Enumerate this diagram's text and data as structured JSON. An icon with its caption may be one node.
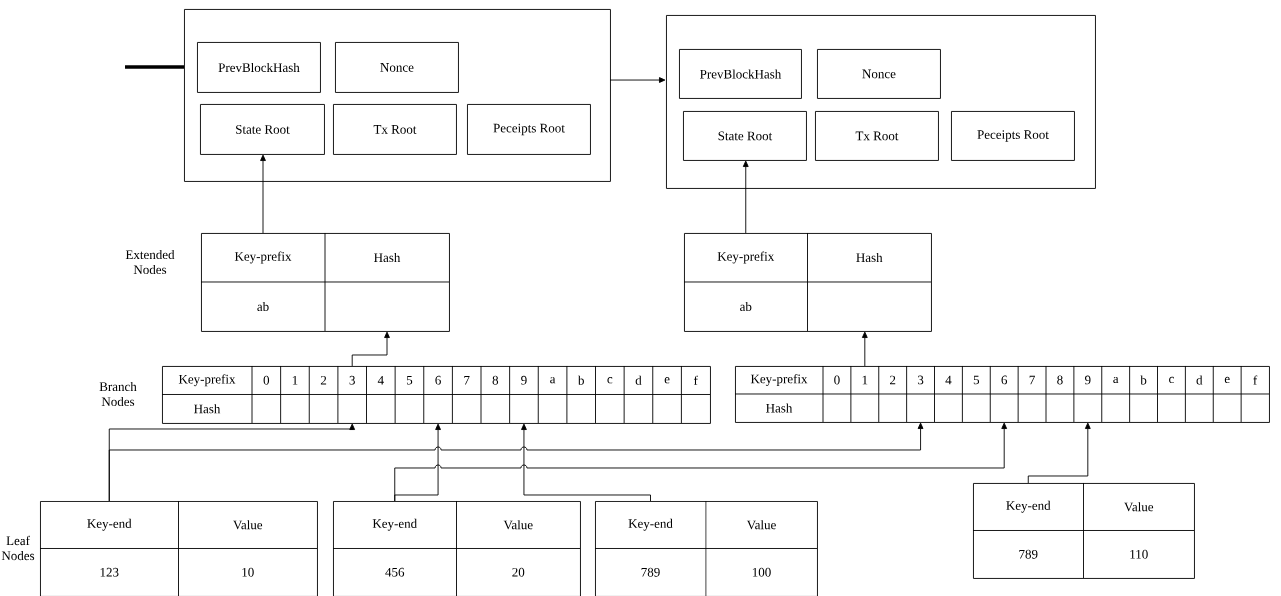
{
  "diagram": {
    "nodes": [
      {
        "text": [],
        "shape": "box"
      },
      {
        "text": [
          "PrevBlockHash"
        ],
        "in": 0
      },
      {
        "text": [
          "Nonce"
        ],
        "in": 0
      },
      {
        "text": [
          "State Root"
        ],
        "in": 0
      },
      {
        "text": [
          "Tx Root"
        ],
        "in": 0
      },
      {
        "text": [
          "Peceipts Root"
        ],
        "in": 0
      },
      {
        "text": [],
        "shape": "box"
      },
      {
        "text": [
          "PrevBlockHash"
        ],
        "in": 6
      },
      {
        "text": [
          "Nonce"
        ],
        "in": 6
      },
      {
        "text": [
          "State Root"
        ],
        "in": 6
      },
      {
        "text": [
          "Tx Root"
        ],
        "in": 6
      },
      {
        "text": [
          "Peceipts Root"
        ],
        "in": 6
      },
      {
        "text": [
          "Key-prefix",
          "Hash",
          "ab"
        ]
      },
      {
        "text": [
          "Key-prefix",
          "Hash",
          "ab"
        ]
      },
      {
        "text": [
          "Key-prefix",
          "0",
          "1",
          "2",
          "3",
          "4",
          "5",
          "6",
          "7",
          "8",
          "9",
          "a",
          "b",
          "c",
          "d",
          "e",
          "f",
          "Hash"
        ]
      },
      {
        "text": [
          "Key-prefix",
          "0",
          "1",
          "2",
          "3",
          "4",
          "5",
          "6",
          "7",
          "8",
          "9",
          "a",
          "b",
          "c",
          "d",
          "e",
          "f",
          "Hash"
        ]
      },
      {
        "text": [
          "Key-end",
          "Value",
          "123",
          "10"
        ]
      },
      {
        "text": [
          "Key-end",
          "Value",
          "456",
          "20"
        ]
      },
      {
        "text": [
          "Key-end",
          "Value",
          "789",
          "100"
        ]
      },
      {
        "text": [
          "Key-end",
          "Value",
          "789",
          "110"
        ]
      }
    ],
    "edges": [
      {
        "from": null,
        "to": 0,
        "arrow": "none",
        "style": "thick"
      },
      {
        "from": 0,
        "to": 6,
        "arrow": "to"
      },
      {
        "from": 12,
        "to": 3,
        "arrow": "to"
      },
      {
        "from": 13,
        "to": 9,
        "arrow": "to"
      },
      {
        "from": 14,
        "to": 12,
        "arrow": "to"
      },
      {
        "from": 15,
        "to": 13,
        "arrow": "to"
      },
      {
        "from": 16,
        "to": 14,
        "arrow": "to"
      },
      {
        "from": 16,
        "to": 15,
        "arrow": "to"
      },
      {
        "from": 17,
        "to": 14,
        "arrow": "to"
      },
      {
        "from": 17,
        "to": 15,
        "arrow": "to"
      },
      {
        "from": 18,
        "to": 14,
        "arrow": "to"
      },
      {
        "from": 19,
        "to": 15,
        "arrow": "to"
      }
    ],
    "labels": [
      "Extended Nodes",
      "Branch Nodes",
      "Leaf Nodes"
    ]
  }
}
